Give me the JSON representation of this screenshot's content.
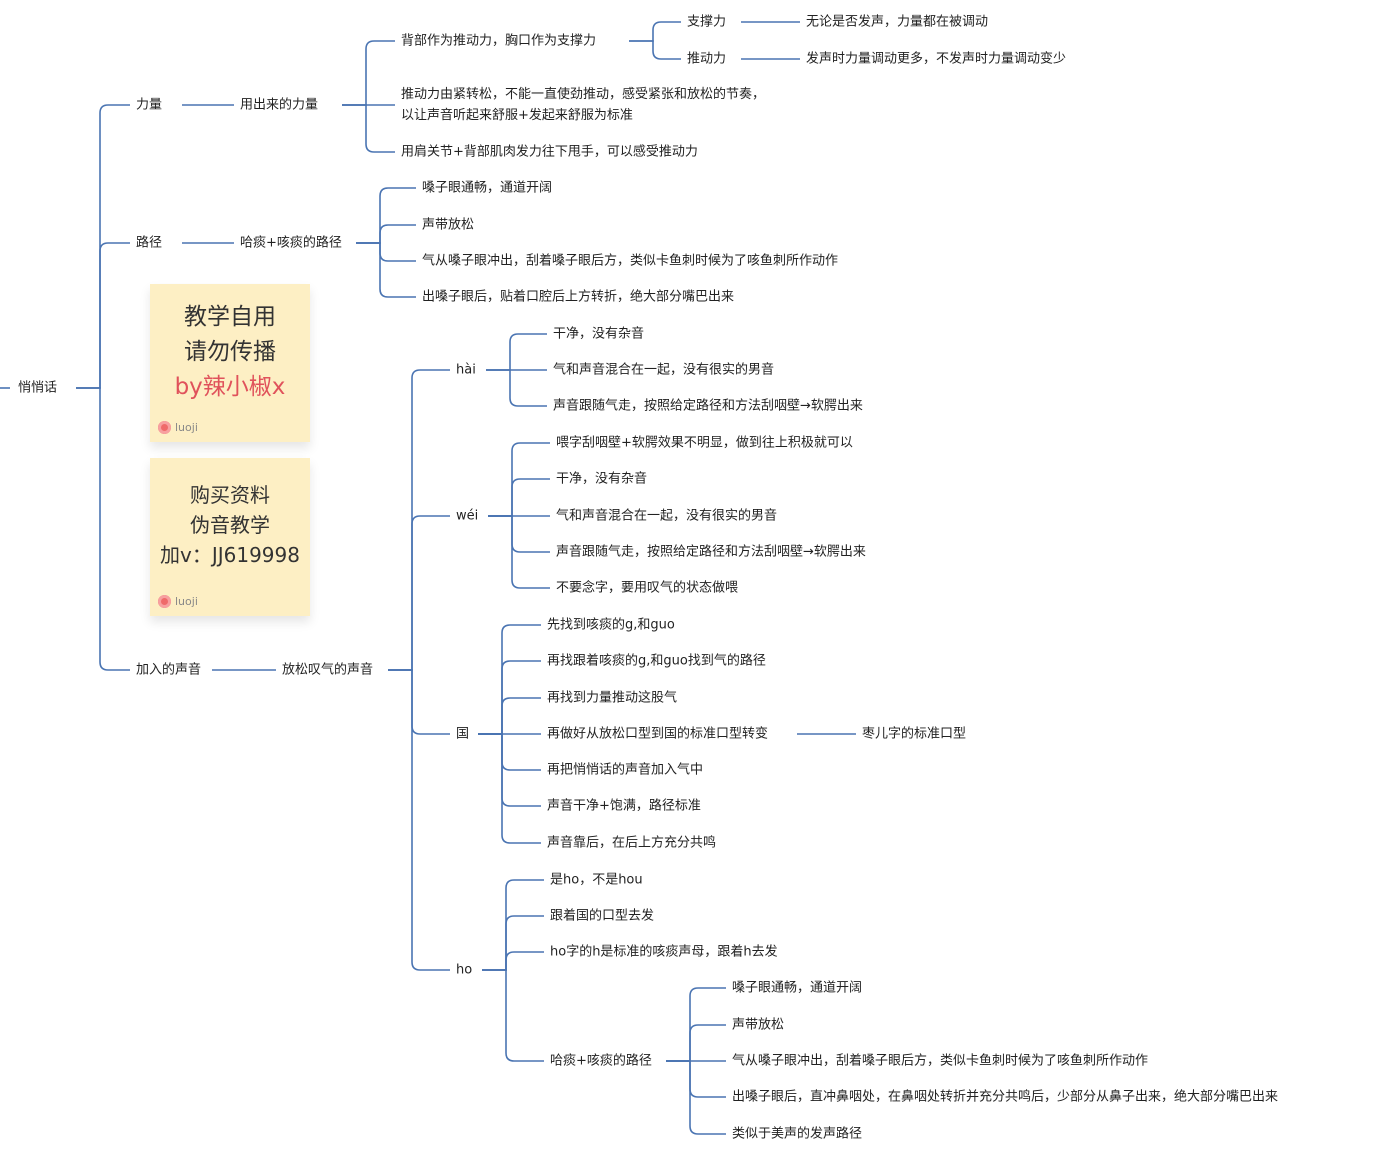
{
  "mindmap": {
    "root": "悄悄话",
    "branches": [
      {
        "label": "力量",
        "children": [
          {
            "label": "用出来的力量",
            "children": [
              {
                "label": "背部作为推动力，胸口作为支撑力",
                "children": [
                  {
                    "label": "支撑力",
                    "children": [
                      {
                        "label": "无论是否发声，力量都在被调动"
                      }
                    ]
                  },
                  {
                    "label": "推动力",
                    "children": [
                      {
                        "label": "发声时力量调动更多，不发声时力量调动变少"
                      }
                    ]
                  }
                ]
              },
              {
                "label": "推动力由紧转松，不能一直使劲推动，感受紧张和放松的节奏，\n以让声音听起来舒服+发起来舒服为标准"
              },
              {
                "label": "用肩关节+背部肌肉发力往下甩手，可以感受推动力"
              }
            ]
          }
        ]
      },
      {
        "label": "路径",
        "children": [
          {
            "label": "哈痰+咳痰的路径",
            "children": [
              {
                "label": "嗓子眼通畅，通道开阔"
              },
              {
                "label": "声带放松"
              },
              {
                "label": "气从嗓子眼冲出，刮着嗓子眼后方，类似卡鱼刺时候为了咳鱼刺所作动作"
              },
              {
                "label": "出嗓子眼后，贴着口腔后上方转折，绝大部分嘴巴出来"
              }
            ]
          }
        ]
      },
      {
        "label": "加入的声音",
        "children": [
          {
            "label": "放松叹气的声音",
            "children": [
              {
                "label": "hài",
                "children": [
                  {
                    "label": "干净，没有杂音"
                  },
                  {
                    "label": "气和声音混合在一起，没有很实的男音"
                  },
                  {
                    "label": "声音跟随气走，按照给定路径和方法刮咽壁→软腭出来"
                  }
                ]
              },
              {
                "label": "wéi",
                "children": [
                  {
                    "label": "喂字刮咽壁+软腭效果不明显，做到往上积极就可以"
                  },
                  {
                    "label": "干净，没有杂音"
                  },
                  {
                    "label": "气和声音混合在一起，没有很实的男音"
                  },
                  {
                    "label": "声音跟随气走，按照给定路径和方法刮咽壁→软腭出来"
                  },
                  {
                    "label": "不要念字，要用叹气的状态做喂"
                  }
                ]
              },
              {
                "label": "国",
                "children": [
                  {
                    "label": "先找到咳痰的g,和guo"
                  },
                  {
                    "label": "再找跟着咳痰的g,和guo找到气的路径"
                  },
                  {
                    "label": "再找到力量推动这股气"
                  },
                  {
                    "label": "再做好从放松口型到国的标准口型转变",
                    "children": [
                      {
                        "label": "枣儿字的标准口型"
                      }
                    ]
                  },
                  {
                    "label": "再把悄悄话的声音加入气中"
                  },
                  {
                    "label": "声音干净+饱满，路径标准"
                  },
                  {
                    "label": "声音靠后，在后上方充分共鸣"
                  }
                ]
              },
              {
                "label": "ho",
                "children": [
                  {
                    "label": "是ho，不是hou"
                  },
                  {
                    "label": "跟着国的口型去发"
                  },
                  {
                    "label": "ho字的h是标准的咳痰声母，跟着h去发"
                  },
                  {
                    "label": "哈痰+咳痰的路径",
                    "children": [
                      {
                        "label": "嗓子眼通畅，通道开阔"
                      },
                      {
                        "label": "声带放松"
                      },
                      {
                        "label": "气从嗓子眼冲出，刮着嗓子眼后方，类似卡鱼刺时候为了咳鱼刺所作动作"
                      },
                      {
                        "label": "出嗓子眼后，直冲鼻咽处，在鼻咽处转折并充分共鸣后，少部分从鼻子出来，绝大部分嘴巴出来"
                      },
                      {
                        "label": "类似于美声的发声路径"
                      }
                    ]
                  }
                ]
              }
            ]
          }
        ]
      }
    ]
  },
  "notes": [
    {
      "lines": [
        "教学自用",
        "请勿传播",
        "by辣小椒x"
      ],
      "accent_line": 2,
      "brand": "luoji"
    },
    {
      "lines": [
        "购买资料",
        "伪音教学",
        "加v：JJ619998"
      ],
      "accent_line": -1,
      "brand": "luoji"
    }
  ],
  "colors": {
    "line": "#4a74b2",
    "note_bg": "#fdefc4",
    "accent": "#e0525b",
    "text": "#222222"
  }
}
